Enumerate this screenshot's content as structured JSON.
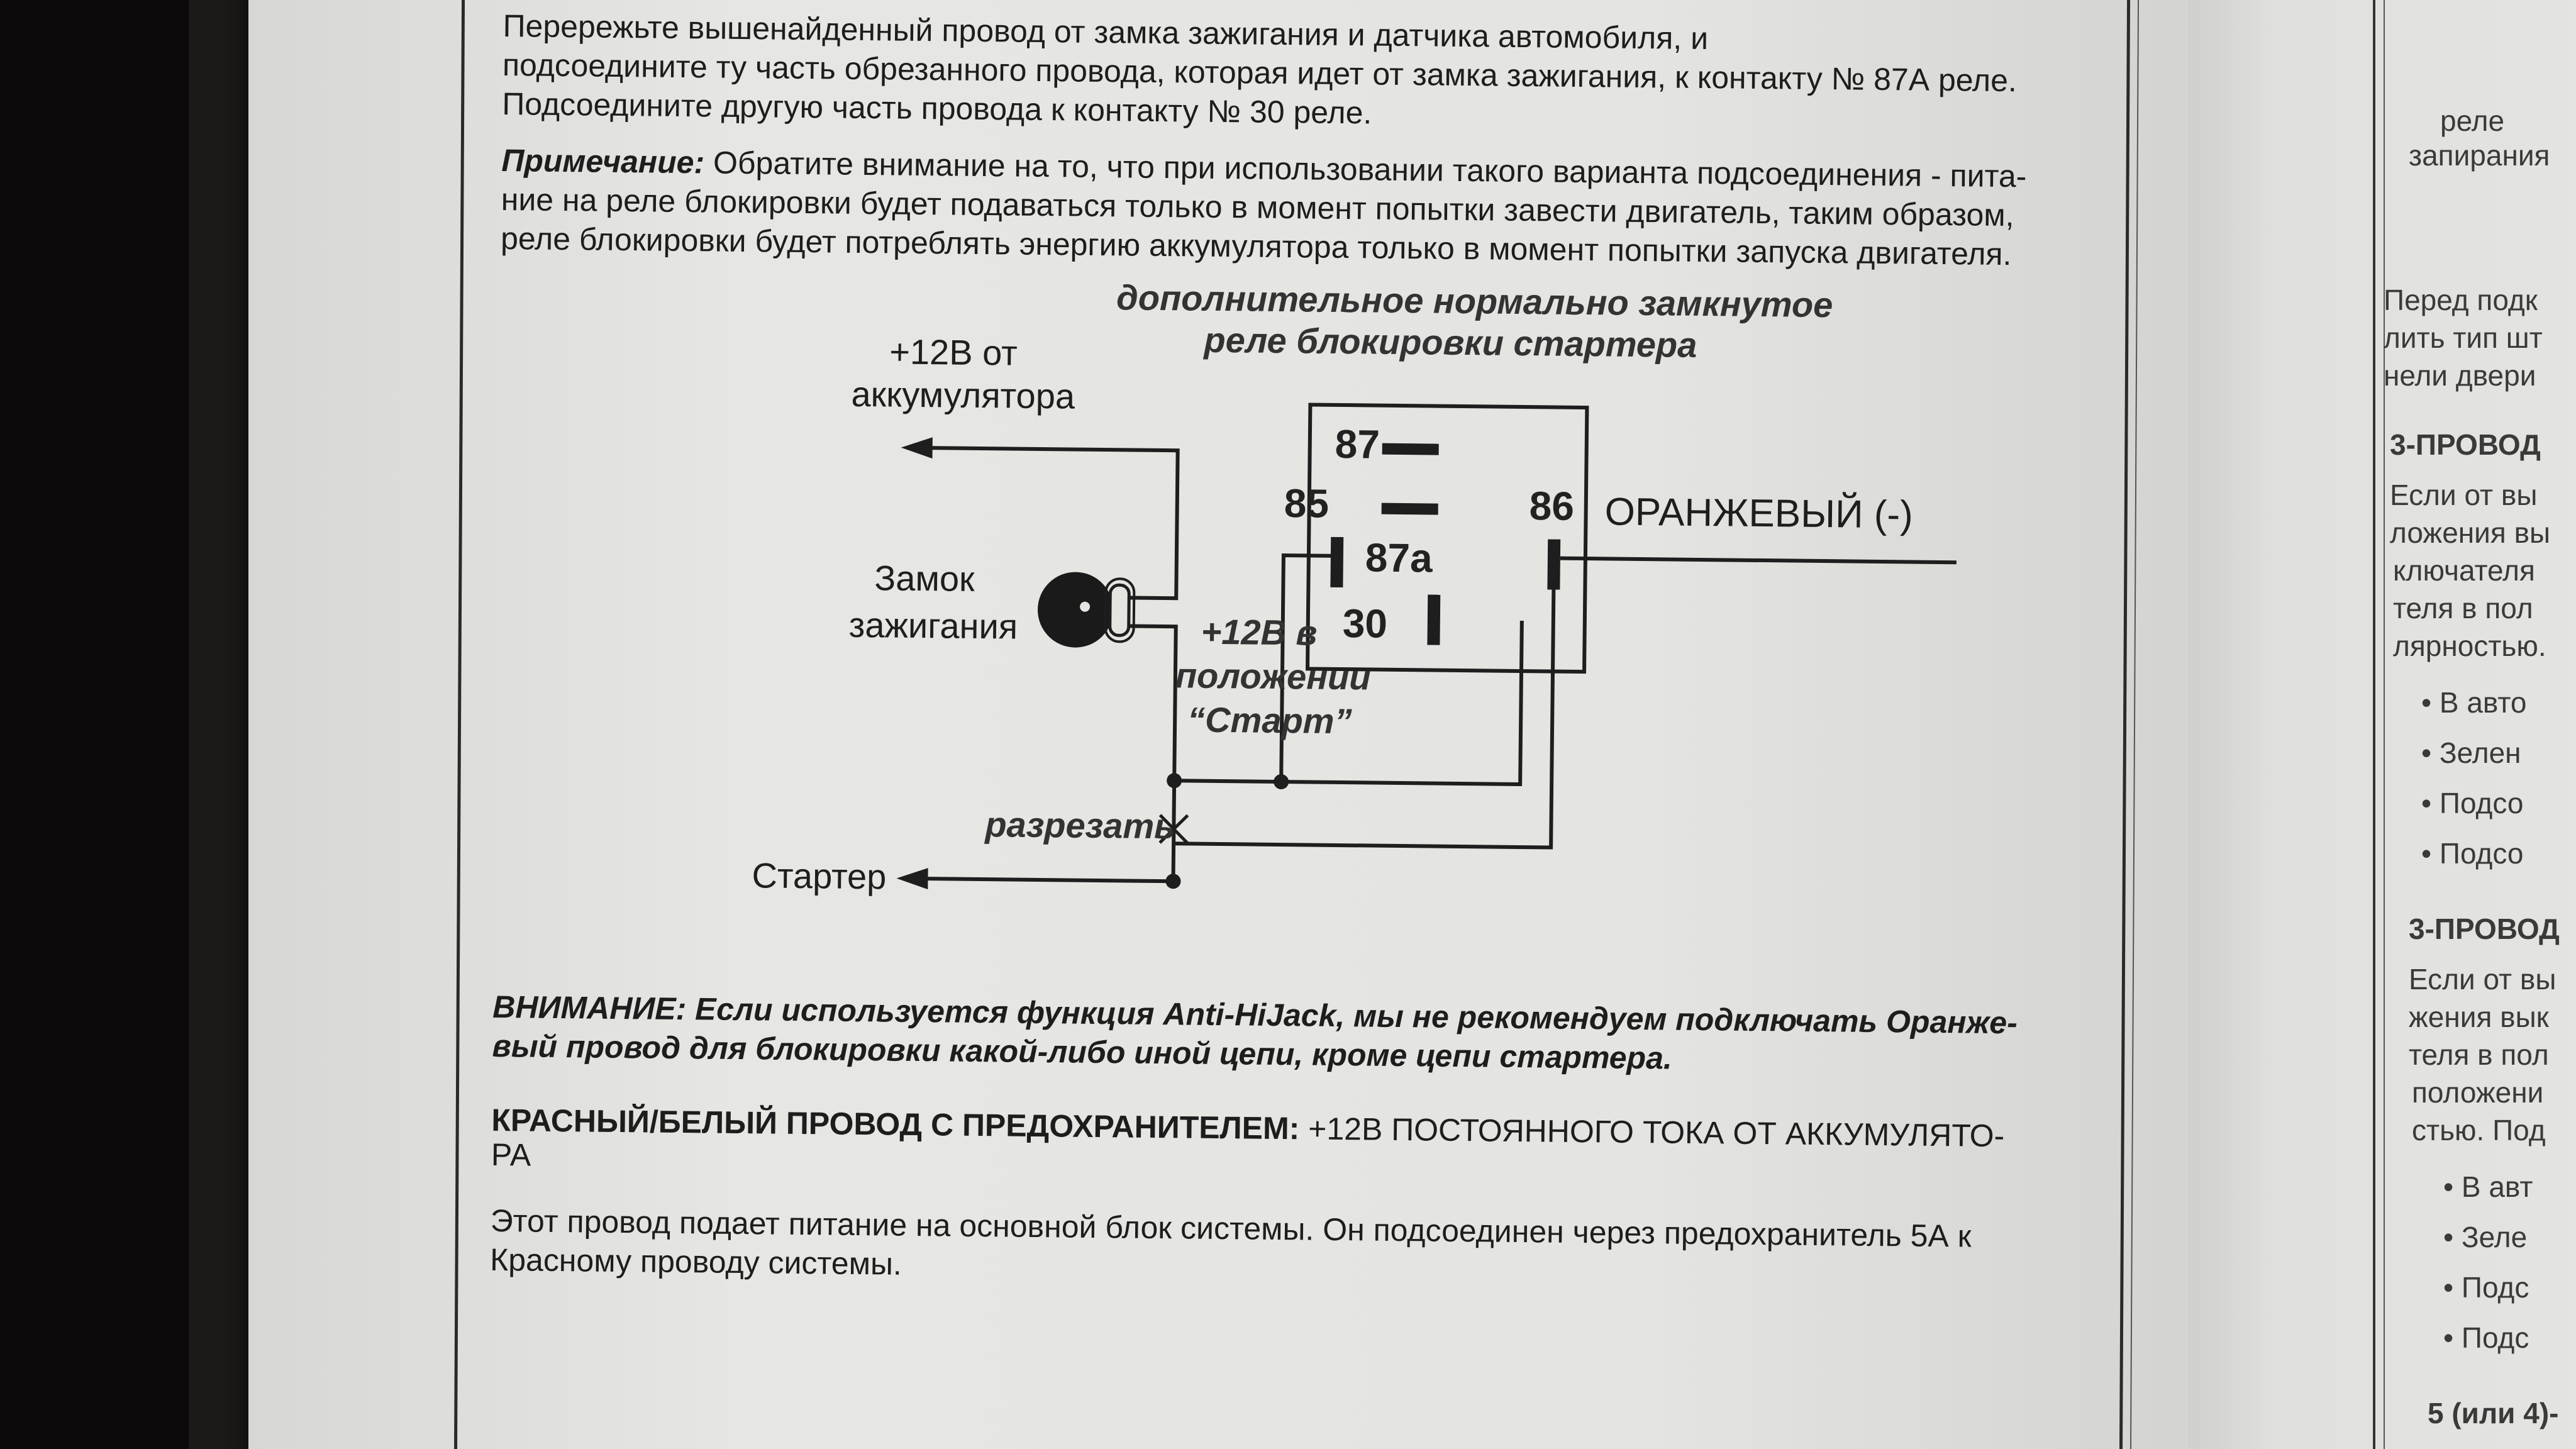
{
  "page": {
    "para1_line1": "Перережьте вышенайденный провод от замка зажигания и датчика автомобиля, и",
    "para1_line2": "подсоедините ту часть обрезанного провода, которая идет от замка зажигания, к контакту № 87А реле.",
    "para1_line3": "Подсоедините другую часть провода к контакту № 30 реле.",
    "note_label": "Примечание:",
    "note_line1": "Обратите внимание на то, что при использовании такого варианта подсоединения - пита-",
    "note_line2": "ние на реле блокировки будет подаваться только в момент попытки завести двигатель, таким образом,",
    "note_line3": "реле блокировки будет потреблять энергию аккумулятора только в момент попытки запуска двигателя."
  },
  "diagram": {
    "relay_title_line1": "дополнительное нормально замкнутое",
    "relay_title_line2": "реле блокировки стартера",
    "battery_line1": "+12В от",
    "battery_line2": "аккумулятора",
    "ignition_line1": "Замок",
    "ignition_line2": "зажигания",
    "start_line1": "+12В в",
    "start_line2": "положении",
    "start_line3": "“Старт”",
    "cut_label": "разрезать",
    "cut_mark": "×",
    "starter_label": "Стартер",
    "pin_87": "87",
    "pin_85": "85",
    "pin_86": "86",
    "pin_87a": "87a",
    "pin_30": "30",
    "orange_wire": "ОРАНЖЕВЫЙ (-)"
  },
  "warning": {
    "line1": "ВНИМАНИЕ: Если используется функция Anti-HiJack, мы не рекомендуем подключать Оранже-",
    "line2": "вый провод для блокировки какой-либо иной цепи, кроме цепи стартера."
  },
  "red_white": {
    "heading": "КРАСНЫЙ/БЕЛЫЙ ПРОВОД С ПРЕДОХРАНИТЕЛЕМ:",
    "heading_rest": "+12В ПОСТОЯННОГО ТОКА ОТ АККУМУЛЯТО-",
    "heading_line2": "РА",
    "body_line1": "Этот провод подает питание на основной блок системы. Он подсоединен через предохранитель 5А к",
    "body_line2": "Красному проводу системы."
  },
  "side_page": {
    "relay_line1": "реле",
    "relay_line2": "запирания",
    "intro_line1": "Перед подк",
    "intro_line2": "лить тип шт",
    "intro_line3": "нели двери",
    "heading1": "3-ПРОВОД",
    "p1_line1": "Если от вы",
    "p1_line2": "ложения вы",
    "p1_line3": "ключателя",
    "p1_line4": "теля в пол",
    "p1_line5": "лярностью.",
    "b1_1": "В авто",
    "b1_2": "Зелен",
    "b1_3": "Подсо",
    "b1_4": "Подсо",
    "heading2": "3-ПРОВОД",
    "p2_line1": "Если от вы",
    "p2_line2": "жения вык",
    "p2_line3": "теля в пол",
    "p2_line4": "положени",
    "p2_line5": "стью. Под",
    "b2_1": "В авт",
    "b2_2": "Зеле",
    "b2_3": "Подс",
    "b2_4": "Подс",
    "footer": "5 (или 4)-"
  }
}
